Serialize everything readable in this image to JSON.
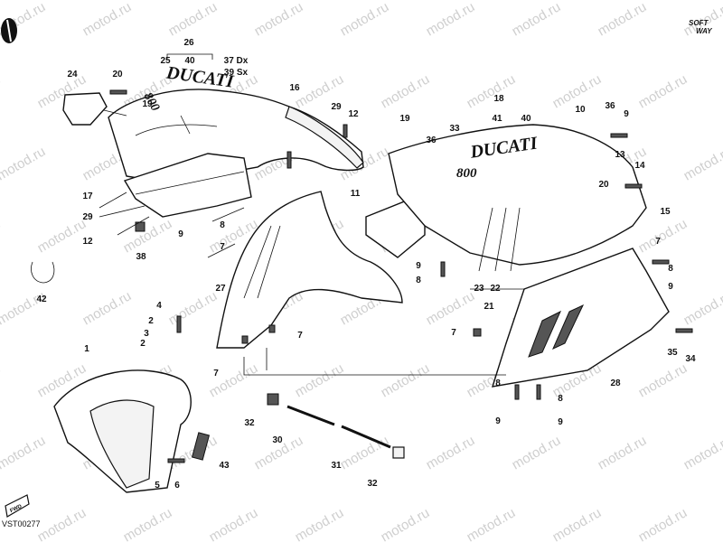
{
  "watermark": "motod.ru",
  "branding": {
    "softway_line1": "SOFT",
    "softway_line2": "WAY",
    "drawing_code": "VST00277",
    "fwd_label": "FWD",
    "decal_brand": "DUCATI",
    "decal_model": "800"
  },
  "callouts": [
    {
      "id": "c26",
      "text": "26"
    },
    {
      "id": "c25",
      "text": "25"
    },
    {
      "id": "c40a",
      "text": "40"
    },
    {
      "id": "c37",
      "text": "37 Dx"
    },
    {
      "id": "c39",
      "text": "39 Sx"
    },
    {
      "id": "c24",
      "text": "24"
    },
    {
      "id": "c20a",
      "text": "20"
    },
    {
      "id": "c16",
      "text": "16"
    },
    {
      "id": "c19a",
      "text": "19"
    },
    {
      "id": "c29a",
      "text": "29"
    },
    {
      "id": "c12a",
      "text": "12"
    },
    {
      "id": "c18",
      "text": "18"
    },
    {
      "id": "c41",
      "text": "41"
    },
    {
      "id": "c40b",
      "text": "40"
    },
    {
      "id": "c19b",
      "text": "19"
    },
    {
      "id": "c33",
      "text": "33"
    },
    {
      "id": "c36a",
      "text": "36"
    },
    {
      "id": "c10",
      "text": "10"
    },
    {
      "id": "c36b",
      "text": "36"
    },
    {
      "id": "c9a",
      "text": "9"
    },
    {
      "id": "c13",
      "text": "13"
    },
    {
      "id": "c14",
      "text": "14"
    },
    {
      "id": "c20b",
      "text": "20"
    },
    {
      "id": "c15",
      "text": "15"
    },
    {
      "id": "c17",
      "text": "17"
    },
    {
      "id": "c29b",
      "text": "29"
    },
    {
      "id": "c12b",
      "text": "12"
    },
    {
      "id": "c9b",
      "text": "9"
    },
    {
      "id": "c8a",
      "text": "8"
    },
    {
      "id": "c7a",
      "text": "7"
    },
    {
      "id": "c11",
      "text": "11"
    },
    {
      "id": "c38",
      "text": "38"
    },
    {
      "id": "c42",
      "text": "42"
    },
    {
      "id": "c27",
      "text": "27"
    },
    {
      "id": "c9c",
      "text": "9"
    },
    {
      "id": "c8b",
      "text": "8"
    },
    {
      "id": "c23",
      "text": "23"
    },
    {
      "id": "c22",
      "text": "22"
    },
    {
      "id": "c21",
      "text": "21"
    },
    {
      "id": "c7b",
      "text": "7"
    },
    {
      "id": "c8c",
      "text": "8"
    },
    {
      "id": "c9d",
      "text": "9"
    },
    {
      "id": "c7c",
      "text": "7"
    },
    {
      "id": "c4",
      "text": "4"
    },
    {
      "id": "c2a",
      "text": "2"
    },
    {
      "id": "c3",
      "text": "3"
    },
    {
      "id": "c2b",
      "text": "2"
    },
    {
      "id": "c7d",
      "text": "7"
    },
    {
      "id": "c7e",
      "text": "7"
    },
    {
      "id": "c35",
      "text": "35"
    },
    {
      "id": "c34",
      "text": "34"
    },
    {
      "id": "c1",
      "text": "1"
    },
    {
      "id": "c28",
      "text": "28"
    },
    {
      "id": "c8d",
      "text": "8"
    },
    {
      "id": "c8e",
      "text": "8"
    },
    {
      "id": "c9e",
      "text": "9"
    },
    {
      "id": "c9f",
      "text": "9"
    },
    {
      "id": "c32a",
      "text": "32"
    },
    {
      "id": "c30",
      "text": "30"
    },
    {
      "id": "c43",
      "text": "43"
    },
    {
      "id": "c5",
      "text": "5"
    },
    {
      "id": "c6",
      "text": "6"
    },
    {
      "id": "c31",
      "text": "31"
    },
    {
      "id": "c32b",
      "text": "32"
    }
  ]
}
